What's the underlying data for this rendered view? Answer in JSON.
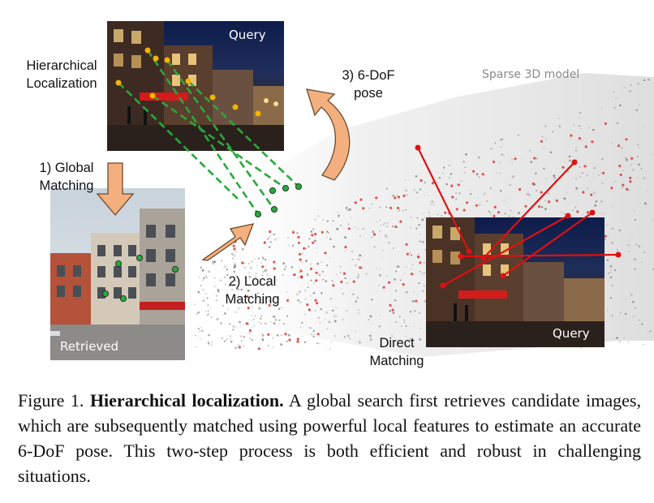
{
  "figure": {
    "model_label": "Sparse 3D model",
    "labels": {
      "hierarchical": "Hierarchical Localization",
      "global": "1) Global Matching",
      "local": "2) Local Matching",
      "pose": "3) 6-DoF pose",
      "direct": "Direct Matching"
    },
    "photos": {
      "query_top": "Query",
      "retrieved": "Retrieved",
      "query_bottom": "Query"
    },
    "colors": {
      "arrow_fill": "#f3b07e",
      "arrow_stroke": "#6b4a2f",
      "match_green": "#2aa83c",
      "feature_yellow": "#f4b400",
      "direct_red": "#e01010",
      "point_red": "#d9302a"
    }
  },
  "caption": {
    "prefix": "Figure 1. ",
    "title": "Hierarchical localization.",
    "body": " A global search first retrieves candidate images, which are subsequently matched using powerful local features to estimate an accurate 6-DoF pose.  This two-step process is both efficient and robust in challenging situations."
  }
}
